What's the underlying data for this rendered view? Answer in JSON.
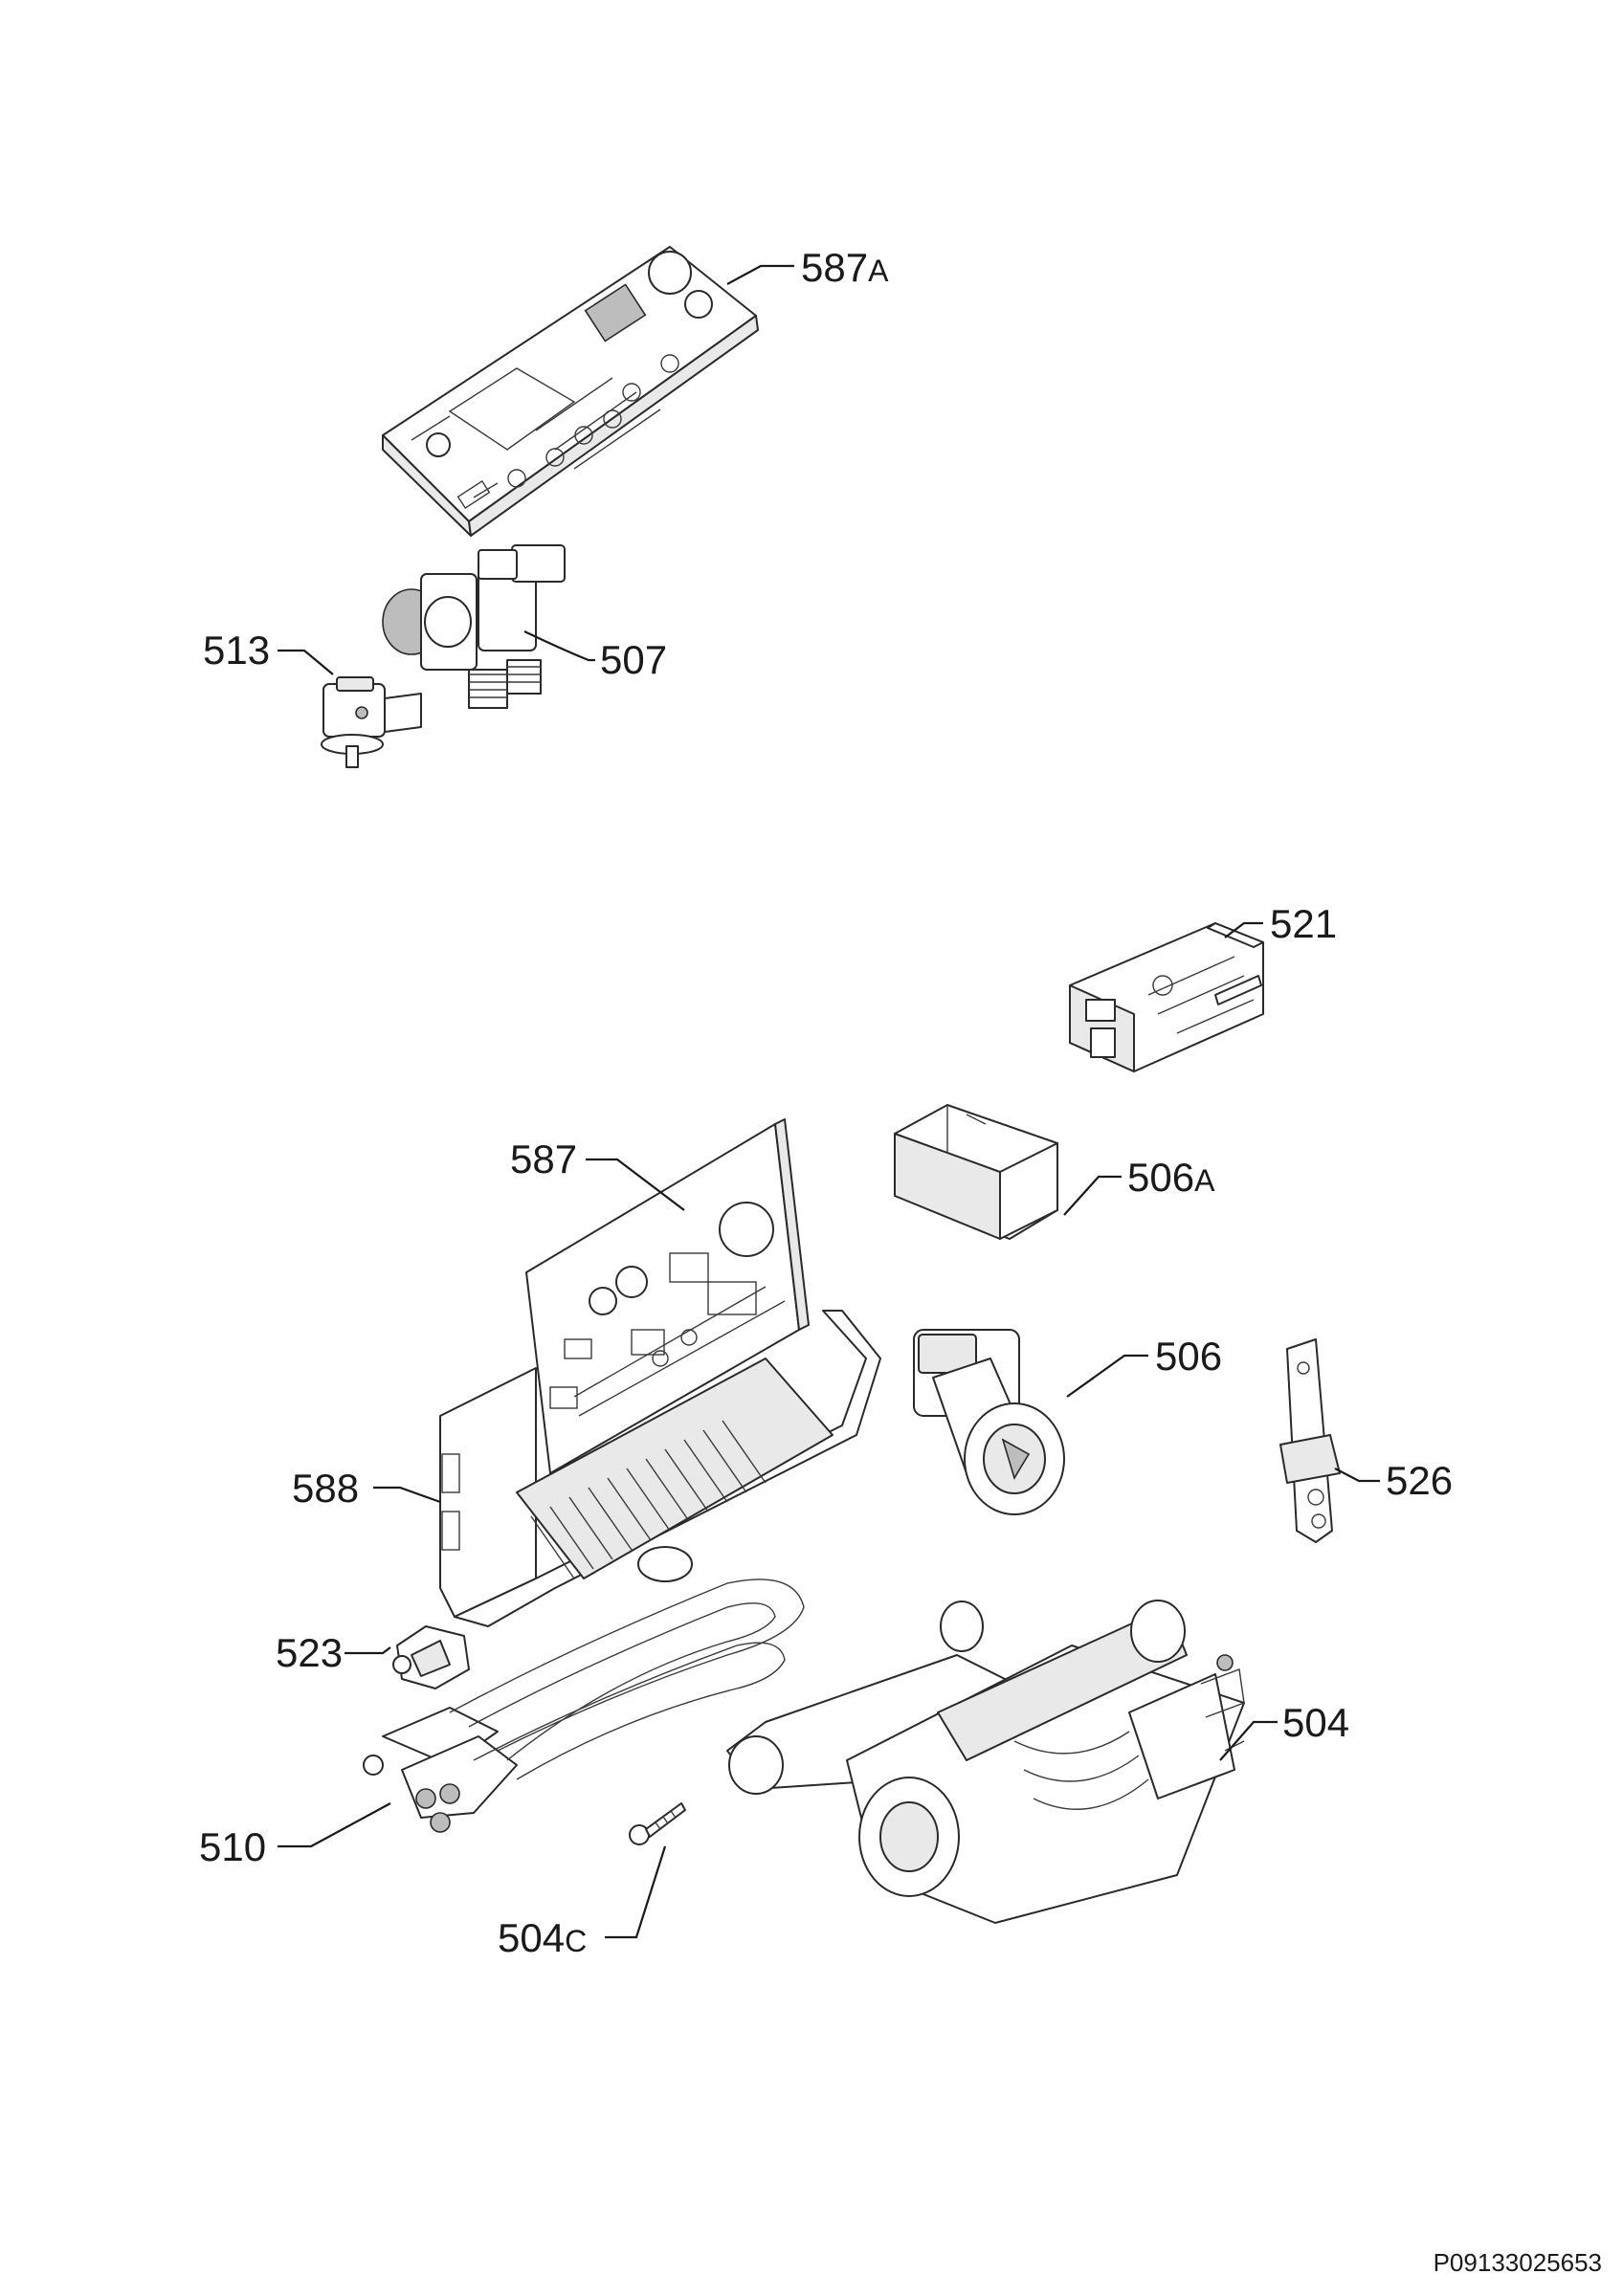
{
  "labels": {
    "p587a_num": "587",
    "p587a_suf": "A",
    "p513": "513",
    "p507": "507",
    "p521": "521",
    "p587": "587",
    "p506a_num": "506",
    "p506a_suf": "A",
    "p506": "506",
    "p588": "588",
    "p526": "526",
    "p523": "523",
    "p504": "504",
    "p510": "510",
    "p504c_num": "504",
    "p504c_suf": "C"
  },
  "document_ref": "P09133025653"
}
